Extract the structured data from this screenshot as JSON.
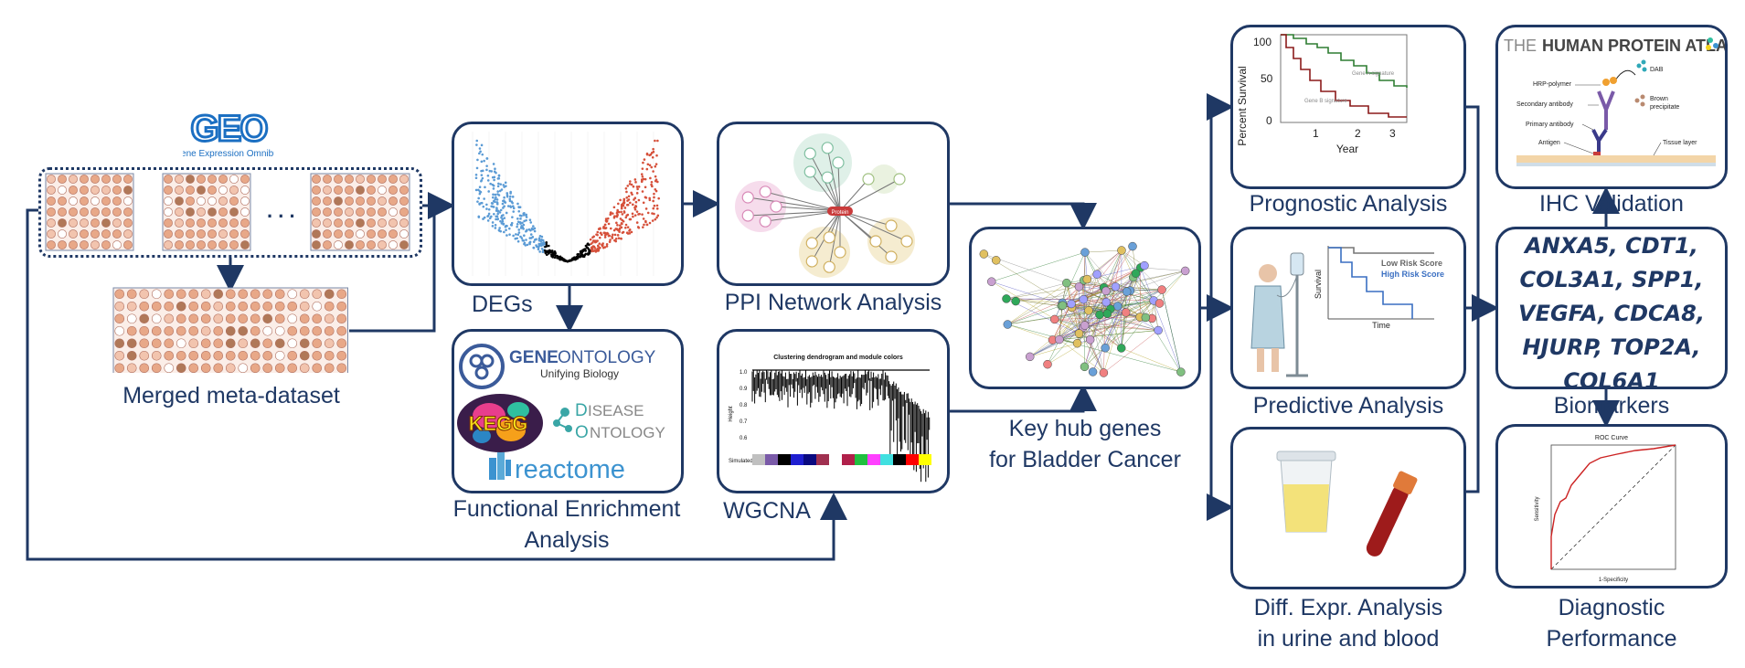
{
  "geo": {
    "logo_text": "GEO",
    "subtitle": "Gene Expression Omnibus",
    "ellipsis": ". . ."
  },
  "labels": {
    "merged": "Merged meta-dataset",
    "degs": "DEGs",
    "ppi": "PPI Network Analysis",
    "functional_l1": "Functional Enrichment",
    "functional_l2": "Analysis",
    "wgcna": "WGCNA",
    "keyhub_l1": "Key hub genes",
    "keyhub_l2": "for Bladder Cancer",
    "prognostic": "Prognostic Analysis",
    "predictive": "Predictive Analysis",
    "diff_l1": "Diff. Expr. Analysis",
    "diff_l2": "in urine and blood",
    "ihc": "IHC Validation",
    "biomarkers_label": "Biomarkers",
    "diagnostic_l1": "Diagnostic",
    "diagnostic_l2": "Performance"
  },
  "biomarkers": {
    "line1": "ANXA5, CDT1,",
    "line2": "COL3A1, SPP1,",
    "line3": "VEGFA, CDCA8,",
    "line4": "HJURP, TOP2A,",
    "line5": "COL6A1"
  },
  "enrichment": {
    "geneontology_a": "GENE",
    "geneontology_b": "ONTOLOGY",
    "geneontology_sub": "Unifying Biology",
    "kegg": "KEGG",
    "disease_a": "ISEASE",
    "disease_b": "NTOLOGY",
    "disease_d": "D",
    "disease_o": "O",
    "reactome": "reactome"
  },
  "wgcna_plot": {
    "title": "Clustering dendrogram and module colors",
    "ylabel": "Height",
    "ticks": [
      "1.0",
      "0.9",
      "0.8",
      "0.7",
      "0.6"
    ],
    "strip_label": "Simulated"
  },
  "ppi_center": "Protein",
  "prognostic_plot": {
    "ylabel": "Percent Survival",
    "xlabel": "Year",
    "yticks": [
      "100",
      "50",
      "0"
    ],
    "xticks": [
      "1",
      "2",
      "3"
    ],
    "series_a": "Gene A signature",
    "series_b": "Gene B signature"
  },
  "predictive_plot": {
    "ylabel": "Survival",
    "xlabel": "Time",
    "low": "Low Risk Score",
    "high": "High Risk Score"
  },
  "ihc": {
    "hpa_a": "THE ",
    "hpa_b": "HUMAN PROTEIN ATLAS",
    "hrp": "HRP-polymer",
    "secondary": "Secondary antibody",
    "primary": "Primary antibody",
    "antigen": "Antigen",
    "tissue": "Tissue layer",
    "dab": "DAB",
    "brown": "Brown",
    "precipitate": "precipitate"
  },
  "roc": {
    "title": "ROC Curve",
    "ylabel": "Sensitivity",
    "xlabel": "1-Specificity"
  },
  "colors": {
    "navy": "#1f3864",
    "grid_cell": "#e0a07f",
    "green_series": "#2e7d32",
    "red_series": "#8b1a1a",
    "low_risk": "#777777",
    "high_risk": "#3a6fc2",
    "roc_line": "#cc2222"
  }
}
